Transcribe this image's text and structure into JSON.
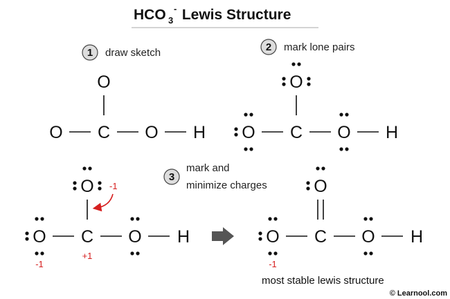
{
  "title": {
    "main": "HCO",
    "sub": "3",
    "sup": "-",
    "rest": " Lewis Structure"
  },
  "steps": {
    "s1": {
      "num": "1",
      "label": "draw sketch"
    },
    "s2": {
      "num": "2",
      "label": "mark lone pairs"
    },
    "s3": {
      "num": "3",
      "label_line1": "mark and",
      "label_line2": "minimize charges"
    }
  },
  "atoms": {
    "O": "O",
    "C": "C",
    "H": "H"
  },
  "charges": {
    "top_o": "-1",
    "left_o": "-1",
    "carbon": "+1",
    "final_left_o": "-1"
  },
  "caption": "most stable lewis structure",
  "copyright": "© Learnool.com",
  "colors": {
    "charge": "#d62020",
    "arrow": "#555555",
    "text": "#111111",
    "step_circle": "#dddddd"
  },
  "icons": {
    "transition_arrow": "right-arrow-icon",
    "charge_shift_arrow": "curved-arrow-icon"
  }
}
